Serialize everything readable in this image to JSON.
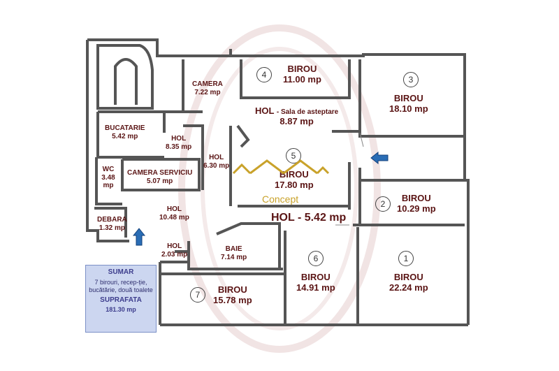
{
  "rooms": {
    "birou_4": {
      "name": "BIROU",
      "area": "11.00 mp",
      "number": "4"
    },
    "birou_3": {
      "name": "BIROU",
      "area": "18.10 mp",
      "number": "3"
    },
    "camera": {
      "name": "CAMERA",
      "area": "7.22 mp"
    },
    "hol_asteptare": {
      "name": "HOL",
      "subtitle": "- Sala de asteptare",
      "area": "8.87 mp"
    },
    "bucatarie": {
      "name": "BUCATARIE",
      "area": "5.42 mp"
    },
    "hol_835": {
      "name": "HOL",
      "area": "8.35 mp"
    },
    "hol_630": {
      "name": "HOL",
      "area": "6.30 mp"
    },
    "birou_5": {
      "name": "BIROU",
      "area": "17.80 mp",
      "number": "5"
    },
    "wc": {
      "name": "WC",
      "area": "3.48 mp"
    },
    "camera_serviciu": {
      "name": "CAMERA SERVICIU",
      "area": "5.07 mp"
    },
    "birou_2": {
      "name": "BIROU",
      "area": "10.29 mp",
      "number": "2"
    },
    "hol_1048": {
      "name": "HOL",
      "area": "10.48 mp"
    },
    "debara": {
      "name": "DEBARA",
      "area": "1.32 mp"
    },
    "hol_542": {
      "name": "HOL",
      "area": "- 5.42 mp"
    },
    "hol_203": {
      "name": "HOL",
      "area": "2.03 mp"
    },
    "baie": {
      "name": "BAIE",
      "area": "7.14 mp"
    },
    "birou_6": {
      "name": "BIROU",
      "area": "14.91 mp",
      "number": "6"
    },
    "birou_1": {
      "name": "BIROU",
      "area": "22.24 mp",
      "number": "1"
    },
    "birou_7": {
      "name": "BIROU",
      "area": "15.78 mp",
      "number": "7"
    }
  },
  "summary": {
    "title": "SUMAR",
    "description": "7 birouri, recep-ție, bucătărie, două toalete",
    "surface_label": "SUPRAFATA",
    "surface_value": "181.30 mp"
  },
  "watermark": {
    "brand": "Concept",
    "logo_icon": "house-roofs-logo-icon"
  },
  "colors": {
    "room_label": "#5a1414",
    "wall": "#555555",
    "summary_bg": "#ccd6f0",
    "summary_text": "#3c3c8c",
    "arrow": "#2a6db5",
    "logo": "#c9a22a"
  },
  "icons": [
    "entrance-arrow-icon",
    "entrance-arrow-icon",
    "house-roofs-logo-icon"
  ]
}
